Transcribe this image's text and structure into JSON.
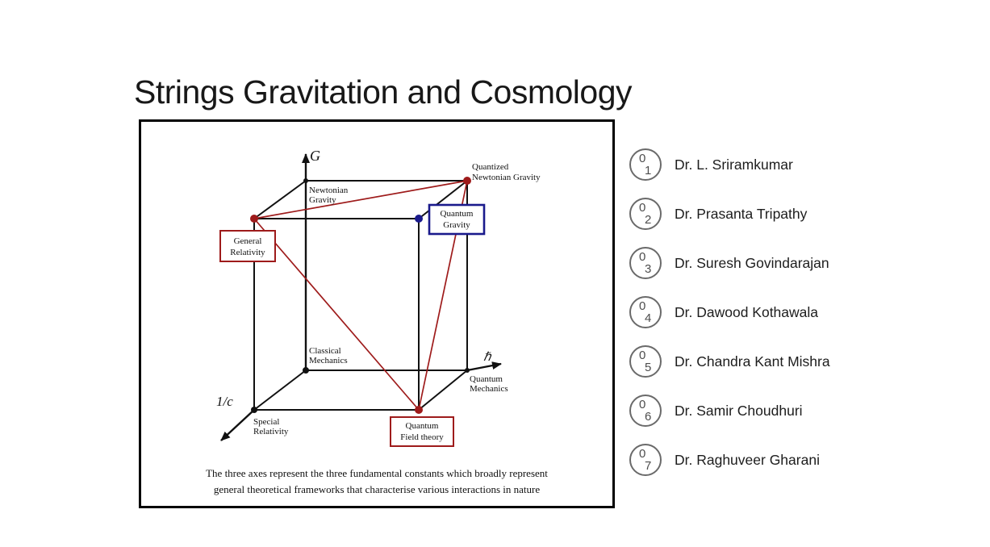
{
  "title": "Strings Gravitation and Cosmology",
  "diagram": {
    "axis_labels": {
      "g": "G",
      "hbar": "ℏ",
      "inv_c": "1/c"
    },
    "labels": {
      "newtonian": [
        "Newtonian",
        "Gravity"
      ],
      "quantized": [
        "Quantized",
        "Newtonian Gravity"
      ],
      "quantum_gravity": [
        "Quantum",
        "Gravity"
      ],
      "general_relativity": [
        "General",
        "Relativity"
      ],
      "classical": [
        "Classical",
        "Mechanics"
      ],
      "quantum_mechanics": [
        "Quantum",
        "Mechanics"
      ],
      "special_relativity": [
        "Special",
        "Relativity"
      ],
      "quantum_field_theory": [
        "Quantum",
        "Field theory"
      ]
    },
    "caption": [
      "The three axes represent the three fundamental constants which broadly represent",
      "general theoretical frameworks that characterise various interactions in nature"
    ],
    "colors": {
      "highlight_red": "#9e1b1b",
      "highlight_blue": "#1a1a8c",
      "edge_black": "#111111"
    }
  },
  "speakers": [
    {
      "num_top": "0",
      "num_bottom": "1",
      "name": "Dr. L. Sriramkumar"
    },
    {
      "num_top": "0",
      "num_bottom": "2",
      "name": "Dr. Prasanta Tripathy"
    },
    {
      "num_top": "0",
      "num_bottom": "3",
      "name": "Dr. Suresh Govindarajan"
    },
    {
      "num_top": "0",
      "num_bottom": "4",
      "name": "Dr. Dawood Kothawala"
    },
    {
      "num_top": "0",
      "num_bottom": "5",
      "name": "Dr. Chandra Kant Mishra"
    },
    {
      "num_top": "0",
      "num_bottom": "6",
      "name": "Dr. Samir Choudhuri"
    },
    {
      "num_top": "0",
      "num_bottom": "7",
      "name": "Dr. Raghuveer Gharani"
    }
  ]
}
